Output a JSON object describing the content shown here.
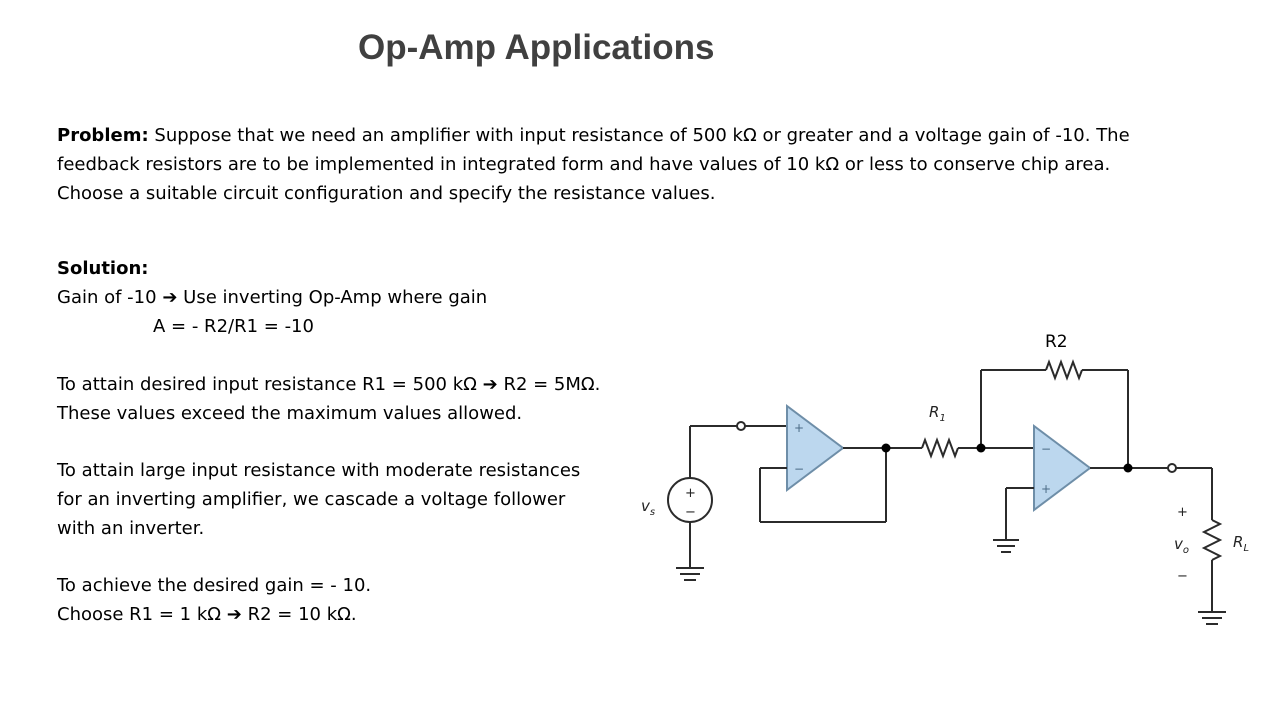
{
  "title": "Op-Amp Applications",
  "problem": {
    "label": "Problem:",
    "line1": "Suppose that we need an amplifier with input resistance of 500 kΩ or greater and a voltage gain of -10. The",
    "line2": "feedback resistors are to be implemented in integrated form and have values of 10 kΩ or less to conserve chip area.",
    "line3": "Choose a suitable circuit configuration and specify the resistance values."
  },
  "solution": {
    "heading": "Solution:",
    "gain_a": "Gain of -10",
    "arrow": "➔",
    "gain_b": "Use inverting Op-Amp where gain",
    "formula": "A = - R2/R1 = -10",
    "attain_a": "To attain desired input resistance R1 = 500 kΩ",
    "attain_b": "R2 = 5MΩ.",
    "exceed": "These values exceed the maximum values allowed.",
    "large1": "To attain large input resistance with moderate resistances",
    "large2": "for an inverting amplifier, we cascade a voltage follower",
    "large3": "with an inverter.",
    "achieve": "To achieve the desired gain = - 10.",
    "choose_a": "Choose  R1 = 1 kΩ",
    "choose_b": "R2 = 10 kΩ."
  },
  "circuit": {
    "r2_label": "R2",
    "r1_label": "R",
    "r1_sub": "1",
    "vs_label": "v",
    "vs_sub": "s",
    "vo_label": "v",
    "vo_sub": "o",
    "rl_label": "R",
    "rl_sub": "L",
    "plus": "+",
    "minus": "−",
    "colors": {
      "opamp_fill": "#bcd7ee",
      "wire": "#2b2b2b"
    }
  }
}
